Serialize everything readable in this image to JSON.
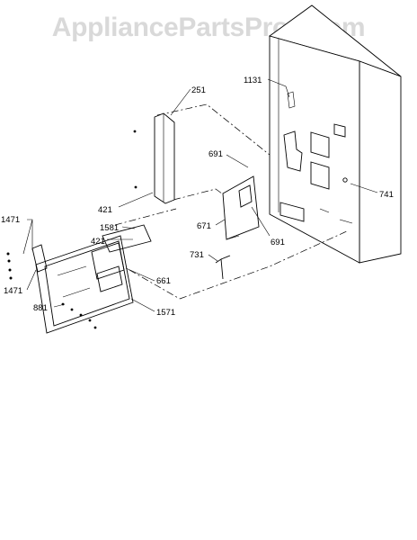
{
  "watermark": {
    "text": "AppliancePartsPros.com"
  },
  "callouts": [
    {
      "id": "c251",
      "text": "251"
    },
    {
      "id": "c1131",
      "text": "1131"
    },
    {
      "id": "c691a",
      "text": "691"
    },
    {
      "id": "c741",
      "text": "741"
    },
    {
      "id": "c421a",
      "text": "421"
    },
    {
      "id": "c671",
      "text": "671"
    },
    {
      "id": "c691b",
      "text": "691"
    },
    {
      "id": "c1581",
      "text": "1581"
    },
    {
      "id": "c421b",
      "text": "421"
    },
    {
      "id": "c1471a",
      "text": "1471"
    },
    {
      "id": "c731",
      "text": "731"
    },
    {
      "id": "c661",
      "text": "661"
    },
    {
      "id": "c1471b",
      "text": "1471"
    },
    {
      "id": "c881",
      "text": "881"
    },
    {
      "id": "c1571",
      "text": "1571"
    }
  ]
}
